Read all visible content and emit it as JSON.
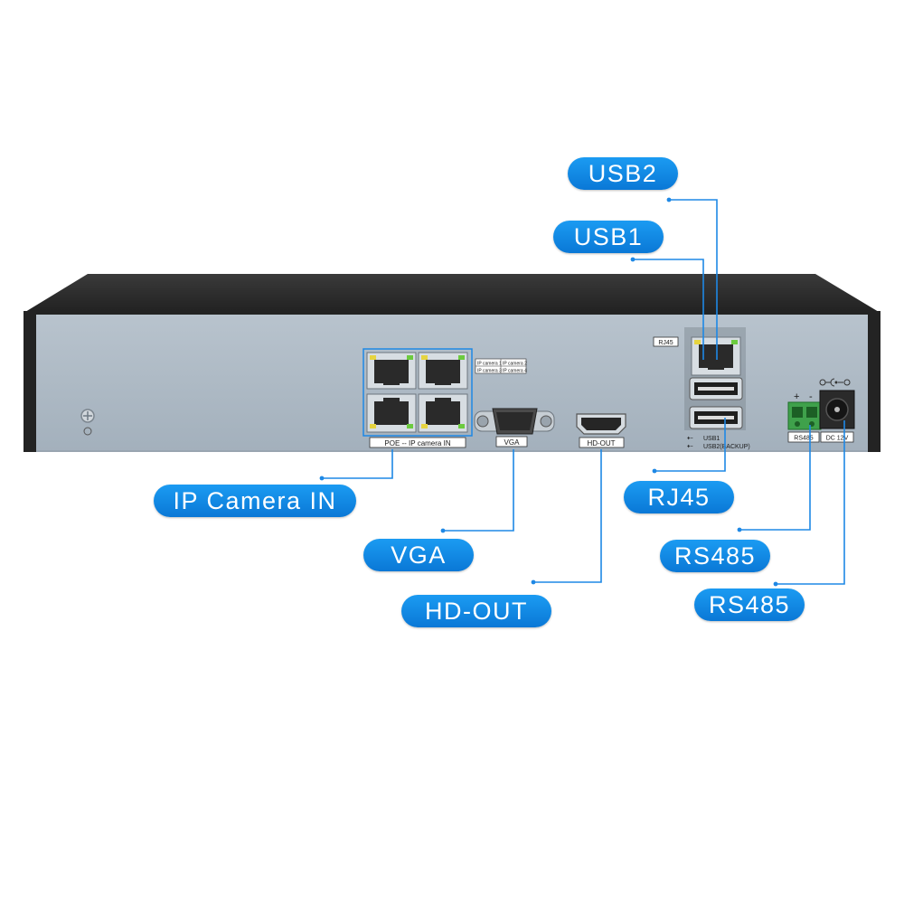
{
  "device": {
    "poe_label": "POE -- IP camera IN",
    "cam_labels": [
      "IP camera 1",
      "IP camera 2",
      "IP camera 3",
      "IP camera 4"
    ],
    "vga_label": "VGA",
    "hdout_label": "HD-OUT",
    "rj45_label": "RJ45",
    "usb1_label": "USB1",
    "usb2_label": "USB2(BACKUP)",
    "rs485_label": "RS485",
    "dc_label": "DC 12V",
    "plus_sign": "+",
    "minus_sign": "-"
  },
  "callouts": {
    "usb2": "USB2",
    "usb1": "USB1",
    "ip_camera_in": "IP Camera IN",
    "vga": "VGA",
    "hd_out": "HD-OUT",
    "rj45": "RJ45",
    "rs485_a": "RS485",
    "rs485_b": "RS485"
  },
  "colors": {
    "callout": "#0a84e8",
    "leader": "#1e88e5",
    "panel": "#a9b6c2",
    "chassis": "#2e2e2e"
  }
}
